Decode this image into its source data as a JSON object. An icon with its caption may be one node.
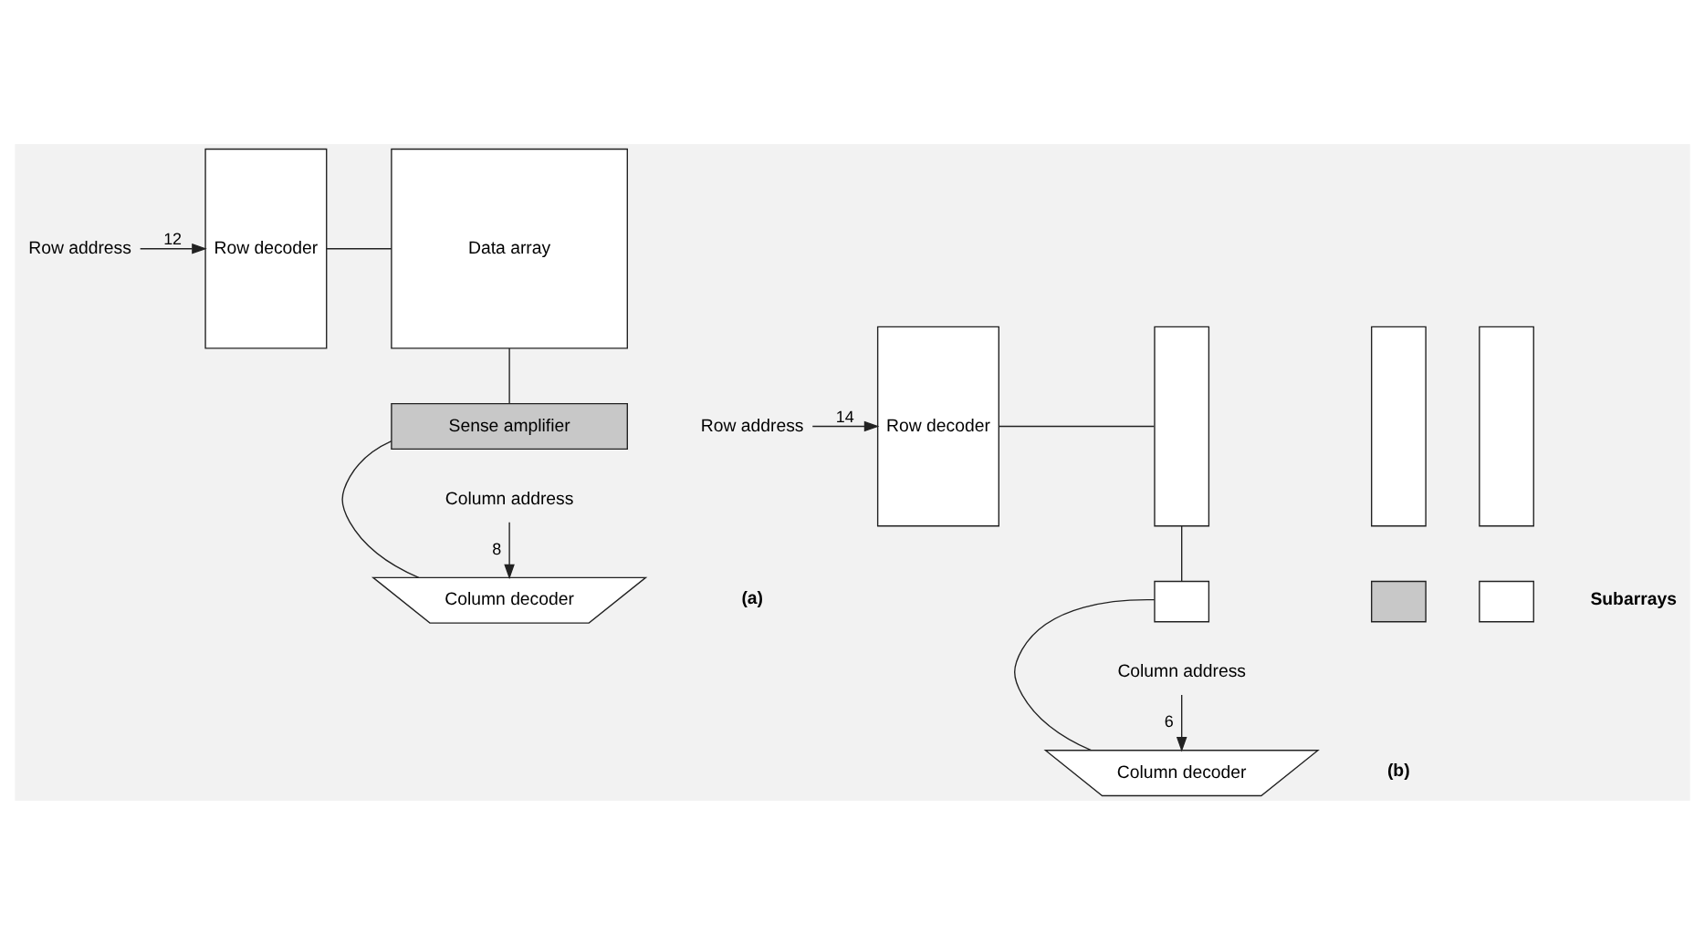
{
  "diagram": {
    "nodes": [
      {
        "text": [
          "Row address"
        ]
      },
      {
        "text": [
          "Row decoder"
        ]
      },
      {
        "text": [
          "Data array"
        ]
      },
      {
        "text": [
          "Sense amplifier"
        ]
      },
      {
        "text": [
          "Column address"
        ]
      },
      {
        "text": [
          "Column decoder"
        ]
      },
      {
        "text": [
          "Row address"
        ]
      },
      {
        "text": [
          "Row decoder"
        ]
      },
      {
        "text": [],
        "shape": "box"
      },
      {
        "text": [],
        "shape": "box"
      },
      {
        "text": [],
        "shape": "box"
      },
      {
        "text": [],
        "shape": "box"
      },
      {
        "text": [],
        "shape": "box"
      },
      {
        "text": [],
        "shape": "box"
      },
      {
        "text": [
          "Column address"
        ]
      },
      {
        "text": [
          "Column decoder"
        ]
      }
    ],
    "edges": [
      {
        "from": 0,
        "to": 1,
        "arrow": "to",
        "label": "12"
      },
      {
        "from": 1,
        "to": 2,
        "arrow": "none"
      },
      {
        "from": 2,
        "to": 3,
        "arrow": "none"
      },
      {
        "from": 3,
        "to": 5,
        "arrow": "none"
      },
      {
        "from": 4,
        "to": 5,
        "arrow": "to",
        "label": "8"
      },
      {
        "from": 6,
        "to": 7,
        "arrow": "to",
        "label": "14"
      },
      {
        "from": 7,
        "to": 8,
        "arrow": "none"
      },
      {
        "from": 8,
        "to": 11,
        "arrow": "none"
      },
      {
        "from": 11,
        "to": 15,
        "arrow": "none"
      },
      {
        "from": 14,
        "to": 15,
        "arrow": "to",
        "label": "6"
      }
    ],
    "labels": [
      "Subarrays",
      "(a)",
      "(b)"
    ]
  }
}
